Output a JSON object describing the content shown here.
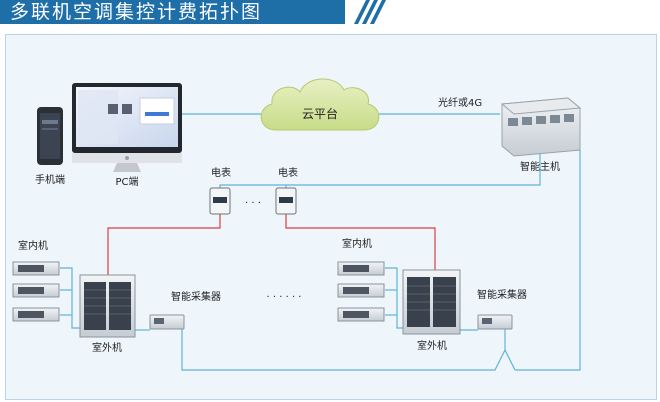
{
  "header": {
    "title": "多联机空调集控计费拓扑图"
  },
  "labels": {
    "cloud": "云平台",
    "fiber": "光纤或4G",
    "host": "智能主机",
    "phone": "手机端",
    "pc": "PC端",
    "meter_left": "电表",
    "meter_right": "电表",
    "meter_dots": "· · ·",
    "indoor_left": "室内机",
    "indoor_right": "室内机",
    "outdoor_left": "室外机",
    "outdoor_right": "室外机",
    "collector_left": "智能采集器",
    "collector_right": "智能采集器",
    "group_dots": "· · · · · ·"
  },
  "colors": {
    "header": "#1e6ea8",
    "bus_line": "#5fb3d9",
    "power_line": "#d94040",
    "cloud": "#d9e8a8"
  }
}
